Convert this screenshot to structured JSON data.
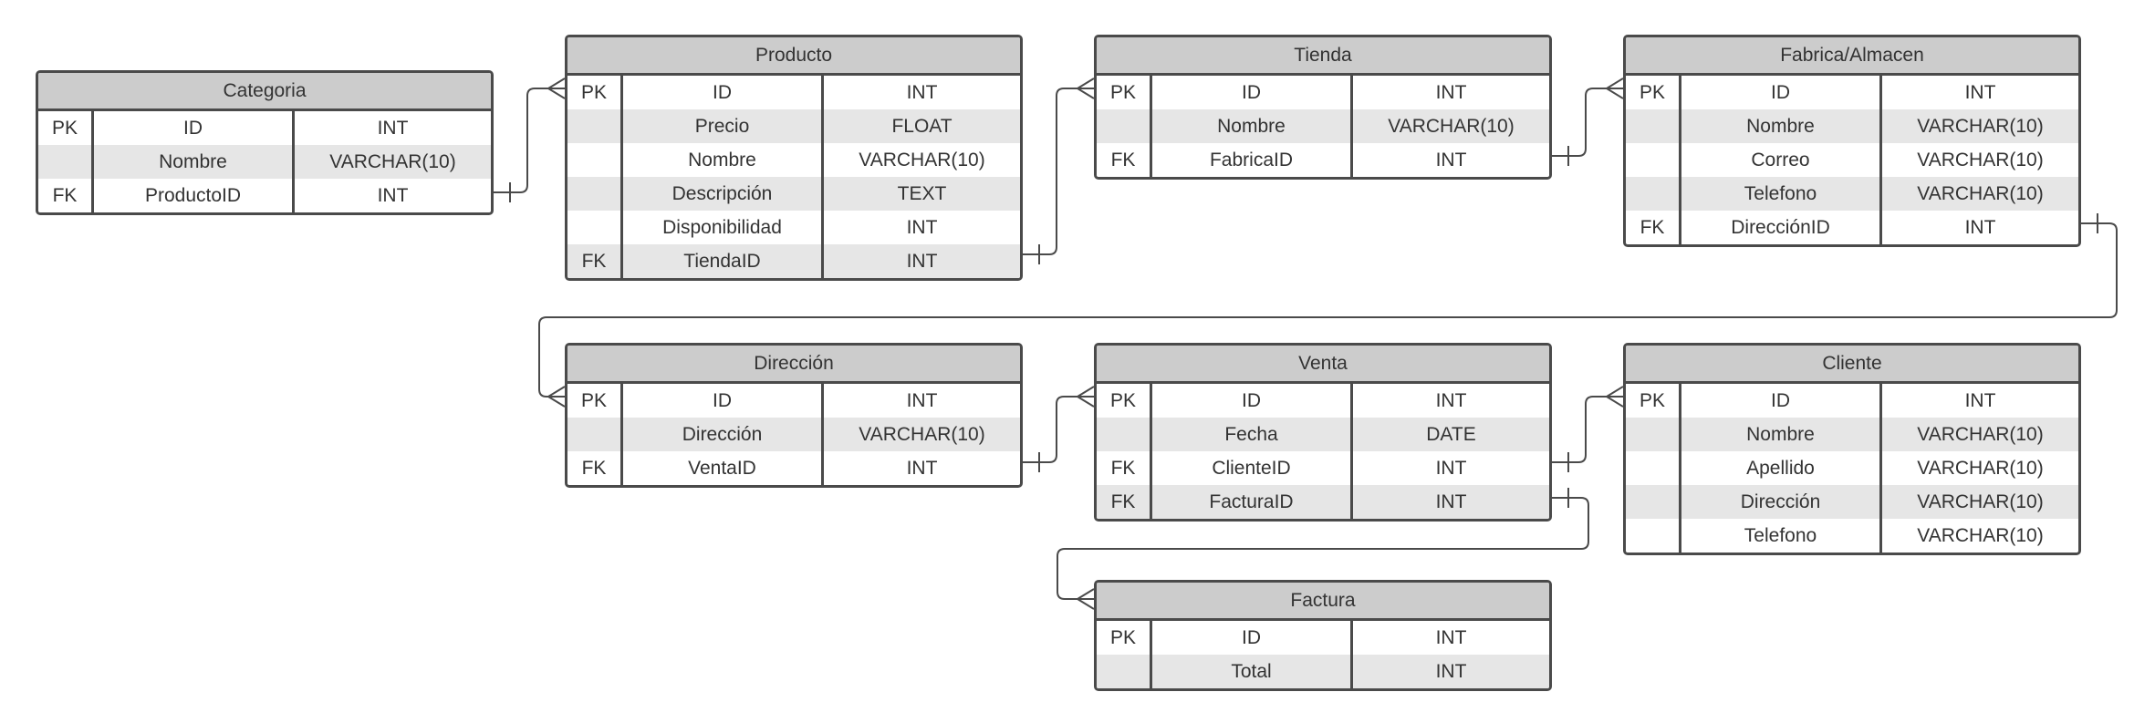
{
  "diagram": {
    "line_color": "#4a4a4a",
    "header_color": "#cccccc",
    "shaded_row_color": "#e6e6e6",
    "entities": [
      {
        "id": "categoria",
        "title": "Categoria",
        "rows": [
          {
            "key": "PK",
            "name": "ID",
            "type": "INT"
          },
          {
            "key": "",
            "name": "Nombre",
            "type": "VARCHAR(10)"
          },
          {
            "key": "FK",
            "name": "ProductoID",
            "type": "INT"
          }
        ]
      },
      {
        "id": "producto",
        "title": "Producto",
        "rows": [
          {
            "key": "PK",
            "name": "ID",
            "type": "INT"
          },
          {
            "key": "",
            "name": "Precio",
            "type": "FLOAT"
          },
          {
            "key": "",
            "name": "Nombre",
            "type": "VARCHAR(10)"
          },
          {
            "key": "",
            "name": "Descripción",
            "type": "TEXT"
          },
          {
            "key": "",
            "name": "Disponibilidad",
            "type": "INT"
          },
          {
            "key": "FK",
            "name": "TiendaID",
            "type": "INT"
          }
        ]
      },
      {
        "id": "tienda",
        "title": "Tienda",
        "rows": [
          {
            "key": "PK",
            "name": "ID",
            "type": "INT"
          },
          {
            "key": "",
            "name": "Nombre",
            "type": "VARCHAR(10)"
          },
          {
            "key": "FK",
            "name": "FabricaID",
            "type": "INT"
          }
        ]
      },
      {
        "id": "fabrica",
        "title": "Fabrica/Almacen",
        "rows": [
          {
            "key": "PK",
            "name": "ID",
            "type": "INT"
          },
          {
            "key": "",
            "name": "Nombre",
            "type": "VARCHAR(10)"
          },
          {
            "key": "",
            "name": "Correo",
            "type": "VARCHAR(10)"
          },
          {
            "key": "",
            "name": "Telefono",
            "type": "VARCHAR(10)"
          },
          {
            "key": "FK",
            "name": "DirecciónID",
            "type": "INT"
          }
        ]
      },
      {
        "id": "direccion",
        "title": "Dirección",
        "rows": [
          {
            "key": "PK",
            "name": "ID",
            "type": "INT"
          },
          {
            "key": "",
            "name": "Dirección",
            "type": "VARCHAR(10)"
          },
          {
            "key": "FK",
            "name": "VentaID",
            "type": "INT"
          }
        ]
      },
      {
        "id": "venta",
        "title": "Venta",
        "rows": [
          {
            "key": "PK",
            "name": "ID",
            "type": "INT"
          },
          {
            "key": "",
            "name": "Fecha",
            "type": "DATE"
          },
          {
            "key": "FK",
            "name": "ClienteID",
            "type": "INT"
          },
          {
            "key": "FK",
            "name": "FacturaID",
            "type": "INT"
          }
        ]
      },
      {
        "id": "cliente",
        "title": "Cliente",
        "rows": [
          {
            "key": "PK",
            "name": "ID",
            "type": "INT"
          },
          {
            "key": "",
            "name": "Nombre",
            "type": "VARCHAR(10)"
          },
          {
            "key": "",
            "name": "Apellido",
            "type": "VARCHAR(10)"
          },
          {
            "key": "",
            "name": "Dirección",
            "type": "VARCHAR(10)"
          },
          {
            "key": "",
            "name": "Telefono",
            "type": "VARCHAR(10)"
          }
        ]
      },
      {
        "id": "factura",
        "title": "Factura",
        "rows": [
          {
            "key": "PK",
            "name": "ID",
            "type": "INT"
          },
          {
            "key": "",
            "name": "Total",
            "type": "INT"
          }
        ]
      }
    ],
    "relationships": [
      {
        "from": "categoria",
        "from_field": "ProductoID",
        "to": "producto",
        "from_end": "one",
        "to_end": "many"
      },
      {
        "from": "producto",
        "from_field": "TiendaID",
        "to": "tienda",
        "from_end": "one",
        "to_end": "many"
      },
      {
        "from": "tienda",
        "from_field": "FabricaID",
        "to": "fabrica",
        "from_end": "one",
        "to_end": "many"
      },
      {
        "from": "fabrica",
        "from_field": "DirecciónID",
        "to": "direccion",
        "from_end": "one",
        "to_end": "many"
      },
      {
        "from": "direccion",
        "from_field": "VentaID",
        "to": "venta",
        "from_end": "one",
        "to_end": "many"
      },
      {
        "from": "venta",
        "from_field": "ClienteID",
        "to": "cliente",
        "from_end": "one",
        "to_end": "many"
      },
      {
        "from": "venta",
        "from_field": "FacturaID",
        "to": "factura",
        "from_end": "one",
        "to_end": "many"
      }
    ]
  }
}
